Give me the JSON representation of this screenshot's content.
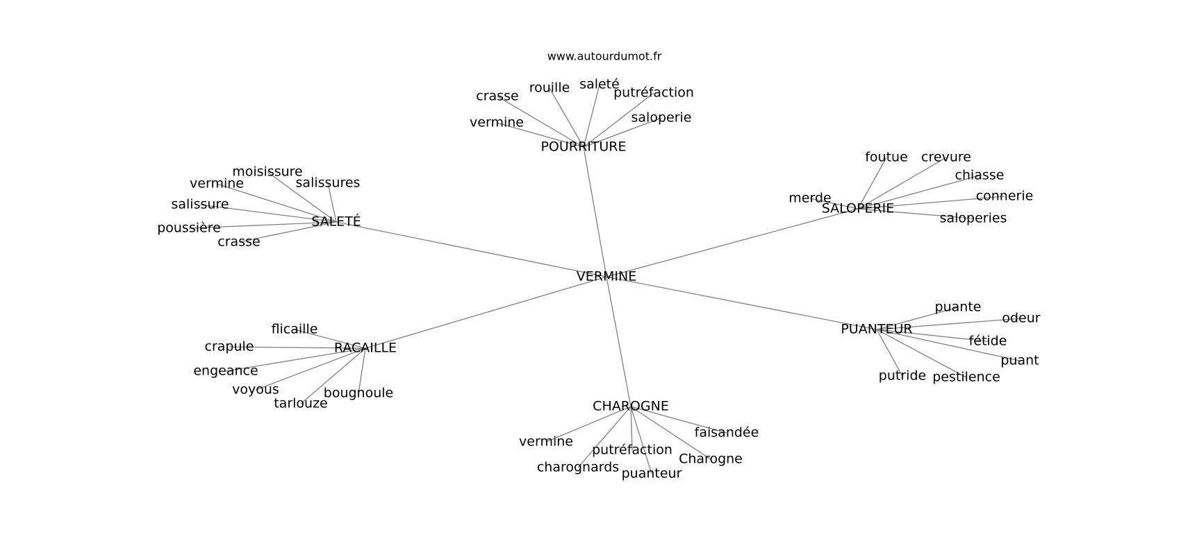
{
  "source": "www.autourdumot.fr",
  "line_color": "#808080",
  "text_color": "#000000",
  "graph": {
    "center": "VERMINE",
    "hubs": [
      {
        "label": "POURRITURE",
        "words": [
          "crasse",
          "rouille",
          "saleté",
          "putréfaction",
          "saloperie",
          "vermine"
        ]
      },
      {
        "label": "SALOPERIE",
        "words": [
          "foutue",
          "crevure",
          "chiasse",
          "connerie",
          "saloperies",
          "merde"
        ]
      },
      {
        "label": "SALETÉ",
        "words": [
          "moisissure",
          "vermine",
          "salissures",
          "salissure",
          "poussière",
          "crasse"
        ]
      },
      {
        "label": "PUANTEUR",
        "words": [
          "puante",
          "odeur",
          "fétide",
          "puant",
          "pestilence",
          "putride"
        ]
      },
      {
        "label": "RACAILLE",
        "words": [
          "flicaille",
          "crapule",
          "engeance",
          "voyous",
          "tarlouze",
          "bougnoule"
        ]
      },
      {
        "label": "CHAROGNE",
        "words": [
          "vermine",
          "putréfaction",
          "faisandée",
          "Charogne",
          "puanteur",
          "charognards"
        ]
      }
    ]
  }
}
